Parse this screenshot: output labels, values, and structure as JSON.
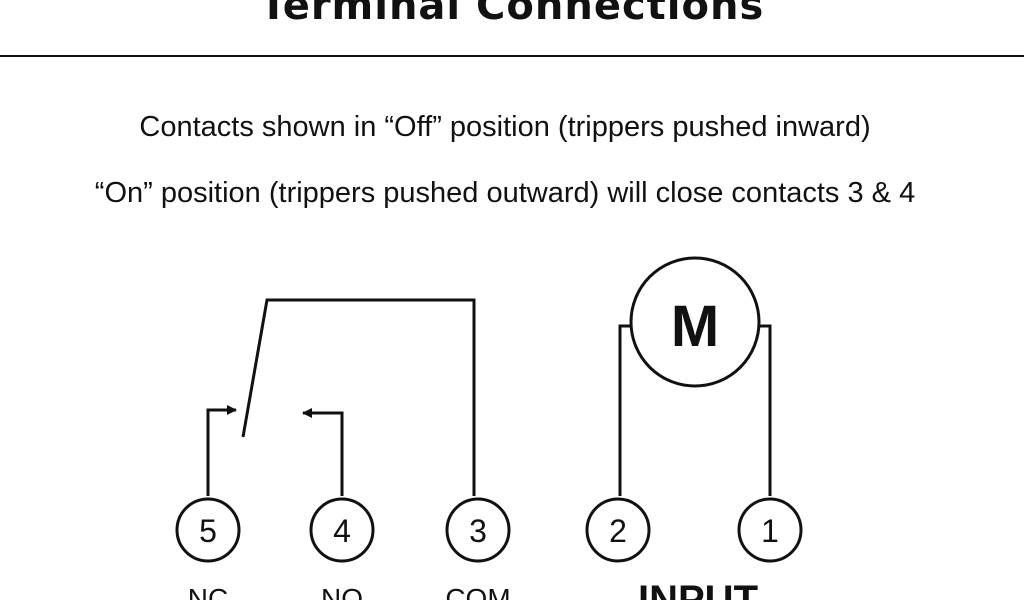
{
  "header": {
    "title": "Terminal Connections"
  },
  "notes": {
    "off_position": "Contacts shown in “Off” position (trippers pushed inward)",
    "on_position": "“On” position (trippers pushed outward) will close contacts 3 & 4"
  },
  "motor": {
    "symbol": "M"
  },
  "terminals": [
    {
      "number": "5",
      "label": "NC"
    },
    {
      "number": "4",
      "label": "NO"
    },
    {
      "number": "3",
      "label": "COM"
    },
    {
      "number": "2",
      "label": ""
    },
    {
      "number": "1",
      "label": ""
    }
  ],
  "input_label": "INPUT"
}
